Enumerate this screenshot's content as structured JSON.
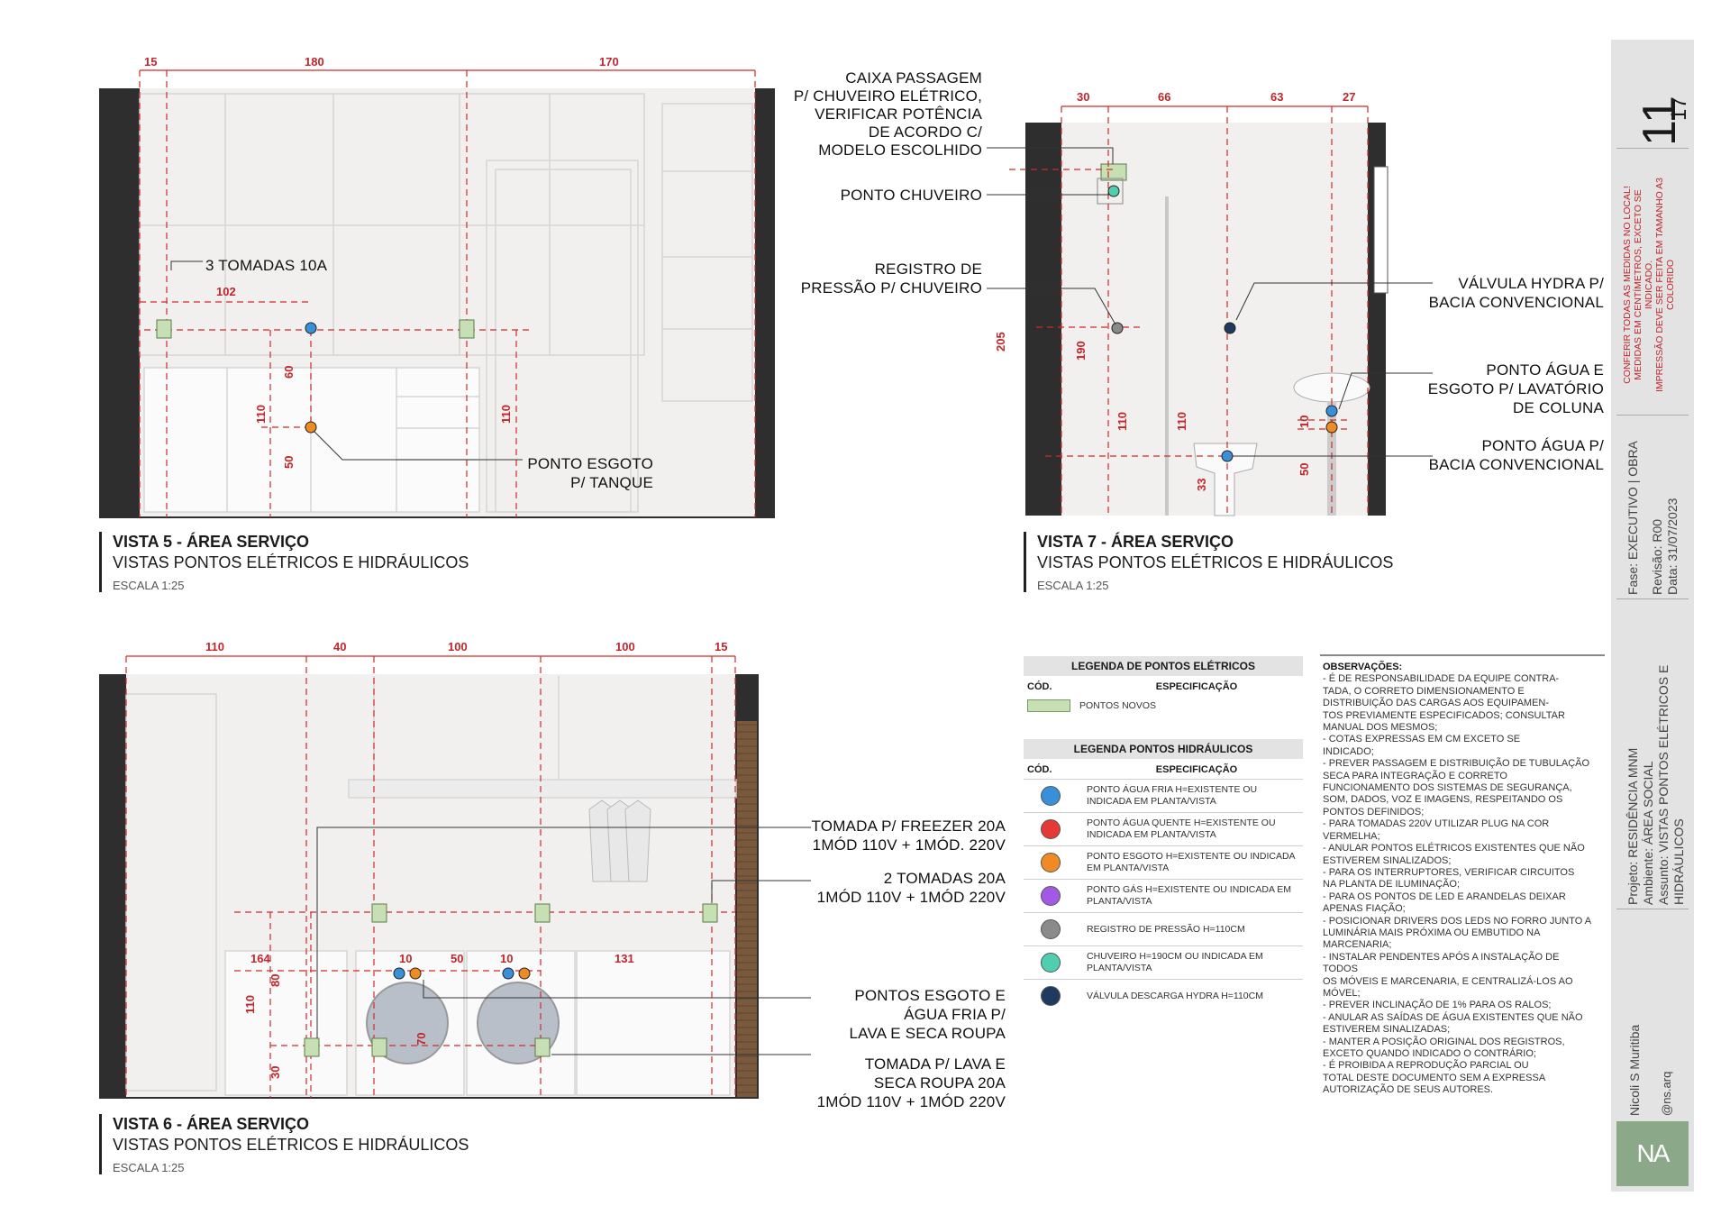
{
  "views": {
    "v5": {
      "title": "VISTA 5 - ÁREA SERVIÇO",
      "subtitle": "VISTAS PONTOS ELÉTRICOS E HIDRÁULICOS",
      "scale": "ESCALA 1:25",
      "dims": {
        "top1": "15",
        "top2": "180",
        "top3": "170",
        "d102": "102",
        "d60": "60",
        "d110a": "110",
        "d50": "50",
        "d110b": "110"
      },
      "labels": {
        "tomadas": "3 TOMADAS 10A",
        "esgoto1": "PONTO ESGOTO",
        "esgoto2": "P/ TANQUE"
      }
    },
    "v7": {
      "title": "VISTA 7 - ÁREA SERVIÇO",
      "subtitle": "VISTAS PONTOS ELÉTRICOS E HIDRÁULICOS",
      "scale": "ESCALA 1:25",
      "dims": {
        "t30": "30",
        "t66": "66",
        "t63": "63",
        "t27": "27",
        "d205": "205",
        "d190": "190",
        "d110a": "110",
        "d110b": "110",
        "d33": "33",
        "d10": "10",
        "d50": "50"
      },
      "labels": {
        "caixa": [
          "CAIXA PASSAGEM",
          "P/ CHUVEIRO ELÉTRICO,",
          "VERIFICAR POTÊNCIA",
          "DE ACORDO C/",
          "MODELO ESCOLHIDO"
        ],
        "chuveiro": "PONTO CHUVEIRO",
        "registro": [
          "REGISTRO DE",
          "PRESSÃO P/ CHUVEIRO"
        ],
        "valvula": [
          "VÁLVULA HYDRA P/",
          "BACIA CONVENCIONAL"
        ],
        "lavatorio": [
          "PONTO ÁGUA E",
          "ESGOTO P/ LAVATÓRIO",
          "DE COLUNA"
        ],
        "bacia": [
          "PONTO ÁGUA P/",
          "BACIA CONVENCIONAL"
        ]
      }
    },
    "v6": {
      "title": "VISTA 6 - ÁREA SERVIÇO",
      "subtitle": "VISTAS PONTOS ELÉTRICOS E HIDRÁULICOS",
      "scale": "ESCALA 1:25",
      "dims": {
        "t110": "110",
        "t40": "40",
        "t100a": "100",
        "t100b": "100",
        "t15": "15",
        "d164": "164",
        "d10a": "10",
        "d50": "50",
        "d10b": "10",
        "d131": "131",
        "d110": "110",
        "d80": "80",
        "d70": "70",
        "d30": "30"
      },
      "labels": {
        "freezer": [
          "TOMADA P/ FREEZER 20A",
          "1MÓD 110V + 1MÓD. 220V"
        ],
        "tomadas2": [
          "2 TOMADAS 20A",
          "1MÓD 110V + 1MÓD 220V"
        ],
        "esgoto": [
          "PONTOS ESGOTO E",
          "ÁGUA FRIA P/",
          "LAVA E SECA ROUPA"
        ],
        "lava": [
          "TOMADA P/ LAVA E",
          "SECA ROUPA 20A",
          "1MÓD 110V + 1MÓD 220V"
        ]
      }
    }
  },
  "legend_electric": {
    "title": "LEGENDA DE PONTOS ELÉTRICOS",
    "col1": "CÓD.",
    "col2": "ESPECIFICAÇÃO",
    "items": [
      {
        "text": "PONTOS NOVOS",
        "color": "#c6e0b4"
      }
    ]
  },
  "legend_hydraulic": {
    "title": "LEGENDA PONTOS HIDRÁULICOS",
    "col1": "CÓD.",
    "col2": "ESPECIFICAÇÃO",
    "items": [
      {
        "text": "PONTO ÁGUA FRIA H=EXISTENTE OU INDICADA EM PLANTA/VISTA",
        "color": "#3a8fd9"
      },
      {
        "text": "PONTO ÁGUA QUENTE H=EXISTENTE OU INDICADA EM PLANTA/VISTA",
        "color": "#e53935"
      },
      {
        "text": "PONTO ESGOTO H=EXISTENTE OU INDICADA EM PLANTA/VISTA",
        "color": "#f08a24"
      },
      {
        "text": "PONTO GÁS H=EXISTENTE OU INDICADA EM PLANTA/VISTA",
        "color": "#a259e6"
      },
      {
        "text": "REGISTRO DE PRESSÃO H=110CM",
        "color": "#8a8a8a"
      },
      {
        "text": "CHUVEIRO H=190CM OU INDICADA EM PLANTA/VISTA",
        "color": "#4fcfb0"
      },
      {
        "text": "VÁLVULA DESCARGA HYDRA H=110CM",
        "color": "#1f3a5f"
      }
    ]
  },
  "observations": {
    "title": "OBSERVAÇÕES:",
    "lines": [
      "- É DE RESPONSABILIDADE DA EQUIPE CONTRA-",
      "TADA, O CORRETO DIMENSIONAMENTO E",
      "DISTRIBUIÇÃO DAS CARGAS AOS EQUIPAMEN-",
      "TOS PREVIAMENTE ESPECIFICADOS; CONSULTAR",
      "MANUAL DOS MESMOS;",
      "- COTAS EXPRESSAS EM CM EXCETO SE",
      "INDICADO;",
      "- PREVER PASSAGEM E DISTRIBUIÇÃO DE TUBULAÇÃO",
      "SECA PARA INTEGRAÇÃO E CORRETO",
      "FUNCIONAMENTO DOS SISTEMAS DE SEGURANÇA,",
      "SOM, DADOS, VOZ E IMAGENS, RESPEITANDO OS",
      "PONTOS DEFINIDOS;",
      "- PARA TOMADAS 220V UTILIZAR PLUG NA COR",
      "VERMELHA;",
      "- ANULAR PONTOS ELÉTRICOS EXISTENTES QUE NÃO",
      "ESTIVEREM SINALIZADOS;",
      "- PARA OS INTERRUPTORES, VERIFICAR CIRCUITOS",
      "NA PLANTA DE ILUMINAÇÃO;",
      "- PARA OS PONTOS DE LED E ARANDELAS DEIXAR",
      "APENAS FIAÇÃO;",
      "- POSICIONAR DRIVERS DOS LEDS NO FORRO JUNTO A",
      "LUMINÁRIA MAIS PRÓXIMA OU EMBUTIDO NA",
      "MARCENARIA;",
      "- INSTALAR PENDENTES APÓS A INSTALAÇÃO DE TODOS",
      "OS MÓVEIS E MARCENARIA, E CENTRALIZÁ-LOS AO",
      "MÓVEL;",
      "- PREVER INCLINAÇÃO DE 1% PARA OS RALOS;",
      "- ANULAR AS SAÍDAS DE ÁGUA EXISTENTES QUE NÃO",
      "ESTIVEREM SINALIZADAS;",
      "- MANTER A POSIÇÃO ORIGINAL DOS REGISTROS,",
      "EXCETO QUANDO INDICADO O CONTRÁRIO;",
      "- É PROIBIDA A REPRODUÇÃO PARCIAL OU",
      "TOTAL DESTE DOCUMENTO SEM A EXPRESSA",
      "AUTORIZAÇÃO DE SEUS AUTORES."
    ]
  },
  "sidebar": {
    "sheet": "11",
    "total": "17",
    "warning": [
      "CONFERIR TODAS AS MEDIDAS NO LOCAL!",
      "MEDIDAS EM CENTÍMETROS, EXCETO SE",
      "INDICADO.",
      "IMPRESSÃO DEVE SER FEITA EM TAMANHO A3",
      "COLORIDO"
    ],
    "phase": "Fase: EXECUTIVO | OBRA",
    "revision": "Revisão: R00",
    "date": "Data: 31/07/2023",
    "project": "Projeto: RESIDÊNCIA MNM",
    "environment": "Ambiente: ÁREA SOCIAL",
    "subject": "Assunto: VISTAS PONTOS ELÉTRICOS E",
    "subject2": "HIDRÁULICOS",
    "author": "Nicoli S Muritiba",
    "handle": "@ns.arq",
    "logo": "NA"
  }
}
